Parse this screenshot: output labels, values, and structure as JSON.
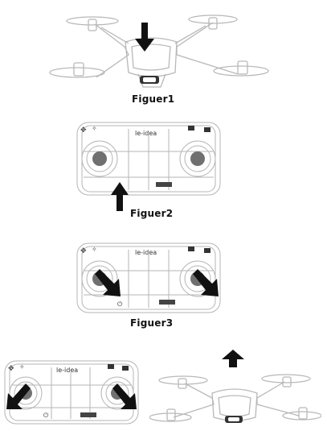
{
  "captions": {
    "figure1": "Figuer1",
    "figure2": "Figuer2",
    "figure3": "Figuer3"
  },
  "controller": {
    "brand": "le-idea"
  },
  "colors": {
    "arrow": "#111111",
    "outline": "#9a9a9a",
    "light_outline": "#c8c8c8",
    "stick": "#6e6e6e"
  },
  "arrows": {
    "figure1": "down",
    "figure2": "up",
    "figure3": "down-right",
    "figure4_left": "down-left",
    "figure4_right": "down-right",
    "figure4_drone": "up"
  }
}
